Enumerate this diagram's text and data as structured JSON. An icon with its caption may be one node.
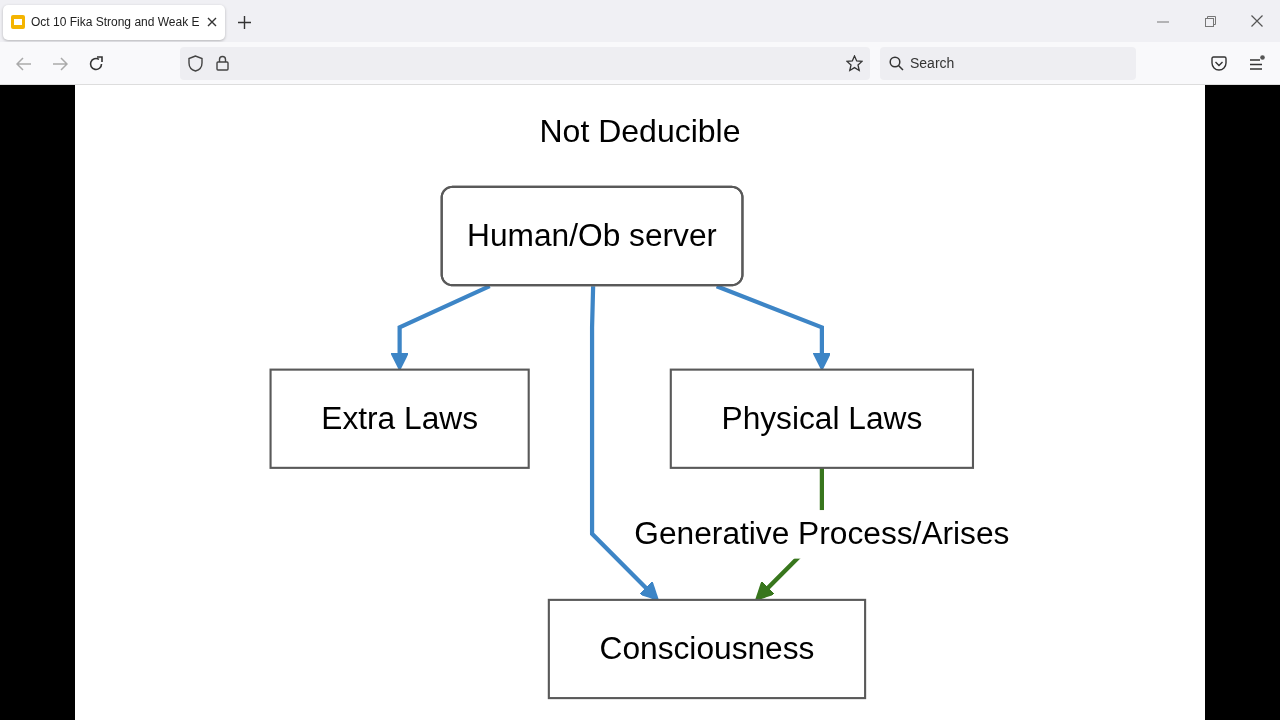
{
  "diagram": {
    "title": "Not Deducible",
    "nodes": [
      {
        "text": [
          "Human/Ob server"
        ]
      },
      {
        "text": [
          "Consciousness"
        ]
      },
      {
        "text": [
          "Extra Laws"
        ]
      },
      {
        "text": [
          "Physical Laws"
        ]
      }
    ],
    "edges": [
      {
        "from": 0,
        "to": 1,
        "arrow": "to"
      },
      {
        "from": 0,
        "to": 2,
        "arrow": "to"
      },
      {
        "from": 0,
        "to": 3,
        "arrow": "to"
      },
      {
        "from": 3,
        "to": 1,
        "arrow": "to",
        "label": "Generative Process/Arises",
        "color": "#38761d"
      }
    ],
    "labels": [
      "Oct 10 Fika Strong and Weak E",
      "Search"
    ]
  }
}
